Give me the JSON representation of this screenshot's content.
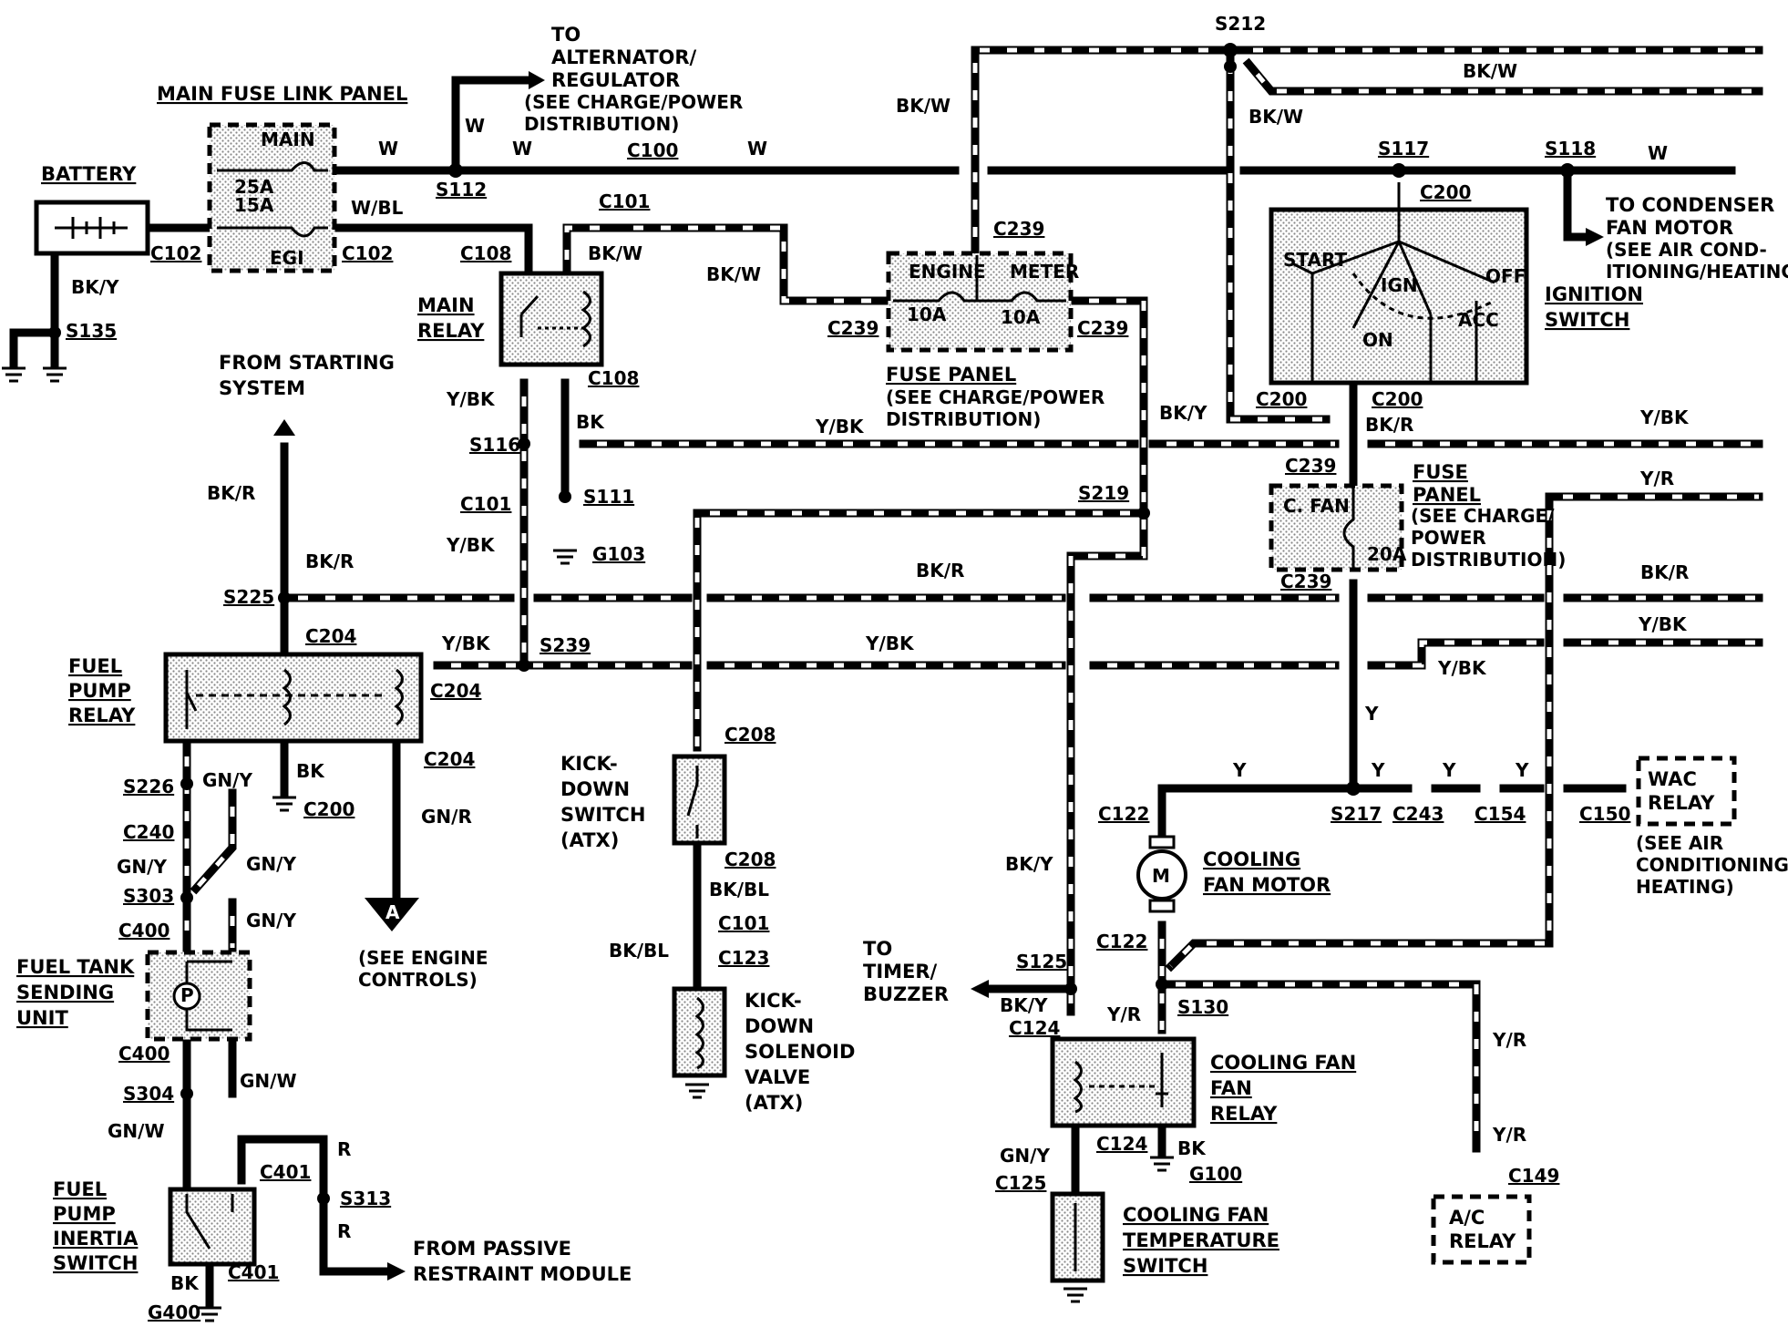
{
  "labels": {
    "main_fuse_link_panel": "MAIN FUSE LINK PANEL",
    "battery": "BATTERY",
    "fuse_main": "MAIN",
    "fuse_egi": "EGI",
    "fuse_25a": "25A",
    "fuse_15a": "15A",
    "to_alternator_1": "TO",
    "to_alternator_2": "ALTERNATOR/",
    "to_alternator_3": "REGULATOR",
    "see_charge_1": "(SEE CHARGE/POWER",
    "see_charge_2": "DISTRIBUTION)",
    "main_relay_1": "MAIN",
    "main_relay_2": "RELAY",
    "from_starting_1": "FROM STARTING",
    "from_starting_2": "SYSTEM",
    "fuse_panel": "FUSE PANEL",
    "fuse_panel_see_1": "(SEE CHARGE/POWER",
    "fuse_panel_see_2": "DISTRIBUTION)",
    "fuse_engine": "ENGINE",
    "fuse_meter": "METER",
    "fuse_10a_1": "10A",
    "fuse_10a_2": "10A",
    "ignition_switch_1": "IGNITION",
    "ignition_switch_2": "SWITCH",
    "ign_start": "START",
    "ign_ign": "IGN",
    "ign_off": "OFF",
    "ign_acc": "ACC",
    "ign_on": "ON",
    "to_condenser_1": "TO CONDENSER",
    "to_condenser_2": "FAN MOTOR",
    "see_aircond_1": "(SEE AIR COND-",
    "see_aircond_2": "ITIONING/HEATING)",
    "fuse_panel2_1": "FUSE",
    "fuse_panel2_2": "PANEL",
    "fuse_panel2_3": "(SEE CHARGE/",
    "fuse_panel2_4": "POWER",
    "fuse_panel2_5": "DISTRIBUTION)",
    "cfan": "C. FAN",
    "cfan_20a": "20A",
    "fuel_pump_relay_1": "FUEL",
    "fuel_pump_relay_2": "PUMP",
    "fuel_pump_relay_3": "RELAY",
    "fuel_tank_1": "FUEL TANK",
    "fuel_tank_2": "SENDING",
    "fuel_tank_3": "UNIT",
    "fuel_pump_p": "P",
    "inertia_1": "FUEL",
    "inertia_2": "PUMP",
    "inertia_3": "INERTIA",
    "inertia_4": "SWITCH",
    "see_engine_1": "(SEE ENGINE",
    "see_engine_2": "CONTROLS)",
    "arrow_a": "A",
    "from_passive_1": "FROM PASSIVE",
    "from_passive_2": "RESTRAINT MODULE",
    "kickdown_switch_1": "KICK-",
    "kickdown_switch_2": "DOWN",
    "kickdown_switch_3": "SWITCH",
    "kickdown_switch_4": "(ATX)",
    "kickdown_sol_1": "KICK-",
    "kickdown_sol_2": "DOWN",
    "kickdown_sol_3": "SOLENOID",
    "kickdown_sol_4": "VALVE",
    "kickdown_sol_5": "(ATX)",
    "to_timer_1": "TO",
    "to_timer_2": "TIMER/",
    "to_timer_3": "BUZZER",
    "cooling_fan_motor_1": "COOLING",
    "cooling_fan_motor_2": "FAN MOTOR",
    "motor_m": "M",
    "cooling_fan_relay_1": "COOLING FAN",
    "cooling_fan_relay_2": "FAN",
    "cooling_fan_relay_3": "RELAY",
    "cooling_temp_1": "COOLING FAN",
    "cooling_temp_2": "TEMPERATURE",
    "cooling_temp_3": "SWITCH",
    "wac_relay_1": "WAC",
    "wac_relay_2": "RELAY",
    "wac_see_1": "(SEE AIR",
    "wac_see_2": "CONDITIONING/",
    "wac_see_3": "HEATING)",
    "ac_relay_1": "A/C",
    "ac_relay_2": "RELAY"
  },
  "wire_colors": {
    "w1": "W",
    "w2": "W",
    "w3": "W",
    "w4": "W",
    "w5": "W",
    "wbl": "W/BL",
    "bky": "BK/Y",
    "bkw1": "BK/W",
    "bkw2": "BK/W",
    "bkw3": "BK/W",
    "bkw4": "BK/W",
    "bkw5": "BK/W",
    "ybk1": "Y/BK",
    "ybk2": "Y/BK",
    "ybk3": "Y/BK",
    "ybk4": "Y/BK",
    "ybk5": "Y/BK",
    "ybk6": "Y/BK",
    "ybk7": "Y/BK",
    "ybk8": "Y/BK",
    "bk1": "BK",
    "bk2": "BK",
    "bk3": "BK",
    "bk4": "BK",
    "bkr1": "BK/R",
    "bkr2": "BK/R",
    "bkr3": "BK/R",
    "bkr4": "BK/R",
    "bkr5": "BK/R",
    "bky2": "BK/Y",
    "bky3": "BK/Y",
    "bky4": "BK/Y",
    "yr1": "Y/R",
    "yr2": "Y/R",
    "yr3": "Y/R",
    "yr4": "Y/R",
    "y1": "Y",
    "y2": "Y",
    "y3": "Y",
    "y4": "Y",
    "y5": "Y",
    "gny1": "GN/Y",
    "gny2": "GN/Y",
    "gny3": "GN/Y",
    "gny4": "GN/Y",
    "gny5": "GN/Y",
    "gnw1": "GN/W",
    "gnw2": "GN/W",
    "gnr": "GN/R",
    "bkbl1": "BK/BL",
    "bkbl2": "BK/BL",
    "r1": "R",
    "r2": "R"
  },
  "connectors": {
    "c102a": "C102",
    "c102b": "C102",
    "s135": "S135",
    "s112": "S112",
    "c100": "C100",
    "c101a": "C101",
    "c108a": "C108",
    "c108b": "C108",
    "c239a": "C239",
    "c239b": "C239",
    "c239c": "C239",
    "s212": "S212",
    "s117": "S117",
    "s118": "S118",
    "c200a": "C200",
    "c200b": "C200",
    "c200c": "C200",
    "c239d": "C239",
    "c239e": "C239",
    "s116": "S116",
    "s111": "S111",
    "g103": "G103",
    "c101b": "C101",
    "s219": "S219",
    "s225": "S225",
    "c204a": "C204",
    "c204b": "C204",
    "c204c": "C204",
    "s239": "S239",
    "c200d": "C200",
    "s226": "S226",
    "c240": "C240",
    "s303": "S303",
    "c400a": "C400",
    "c400b": "C400",
    "s304": "S304",
    "c401a": "C401",
    "c401b": "C401",
    "s313": "S313",
    "g400": "G400",
    "c208a": "C208",
    "c208b": "C208",
    "c101c": "C101",
    "c123": "C123",
    "c122a": "C122",
    "c122b": "C122",
    "s217": "S217",
    "c243": "C243",
    "c154": "C154",
    "c150": "C150",
    "s125": "S125",
    "s130": "S130",
    "c124a": "C124",
    "c124b": "C124",
    "g100": "G100",
    "c125": "C125",
    "c149": "C149"
  }
}
